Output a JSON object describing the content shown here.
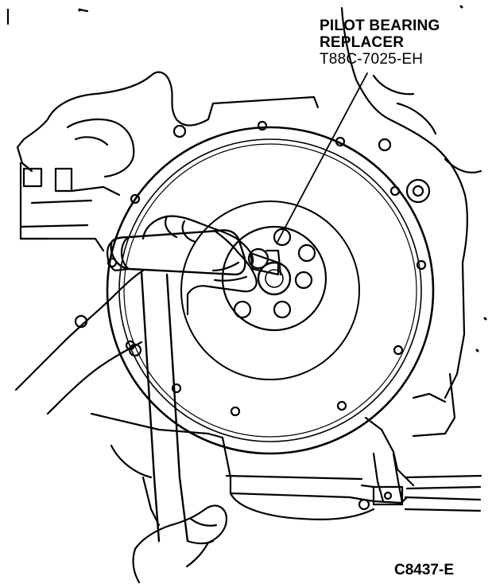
{
  "callout": {
    "line1": "PILOT BEARING",
    "line2": "REPLACER",
    "part_number": "T88C-7025-EH"
  },
  "figure_id": "C8437-E",
  "colors": {
    "ink": "#000000",
    "paper": "#ffffff"
  },
  "icons": {
    "hammer": "hammer-icon",
    "hand": "hand-icon"
  }
}
